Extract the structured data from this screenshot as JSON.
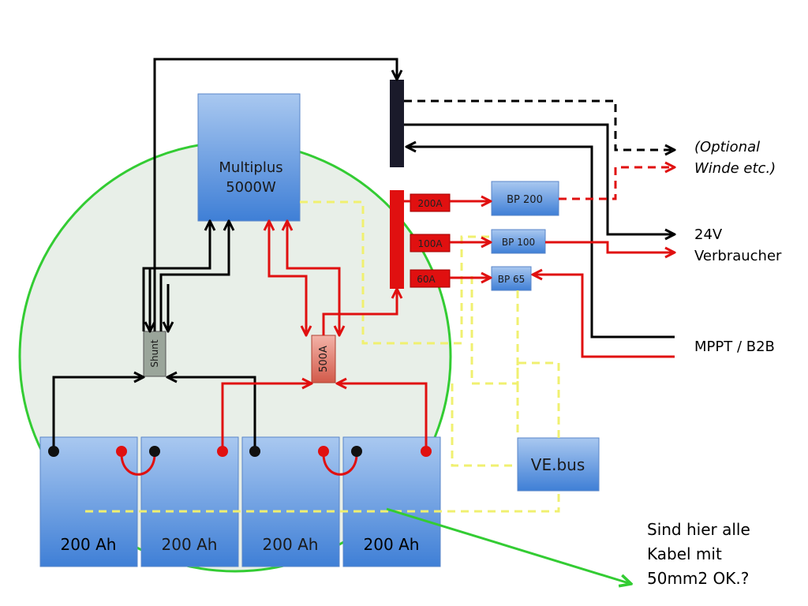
{
  "components": {
    "multiplus": {
      "line1": "Multiplus",
      "line2": "5000W"
    },
    "shunt": "Shunt",
    "fuse_main": "500A",
    "fuse_200": "200A",
    "fuse_100": "100A",
    "fuse_60": "60A",
    "bp200": "BP 200",
    "bp100": "BP 100",
    "bp65": "BP 65",
    "vebus": "VE.bus",
    "batteries": [
      "200 Ah",
      "200 Ah",
      "200 Ah",
      "200 Ah"
    ]
  },
  "labels": {
    "optional_line1": "(Optional",
    "optional_line2": "Winde etc.)",
    "consumers_line1": "24V",
    "consumers_line2": "Verbraucher",
    "mppt": "MPPT / B2B",
    "question_line1": "Sind hier alle",
    "question_line2": "Kabel mit",
    "question_line3": "50mm2 OK.?"
  },
  "colors": {
    "box_top": "#a9c8f0",
    "box_bottom": "#3f7fd6",
    "circle_fill": "#e8efe8",
    "circle_stroke": "#33cc33",
    "positive": "#e01010",
    "negative": "#000000",
    "comm": "#f0f070",
    "fuse": "#e01010"
  }
}
